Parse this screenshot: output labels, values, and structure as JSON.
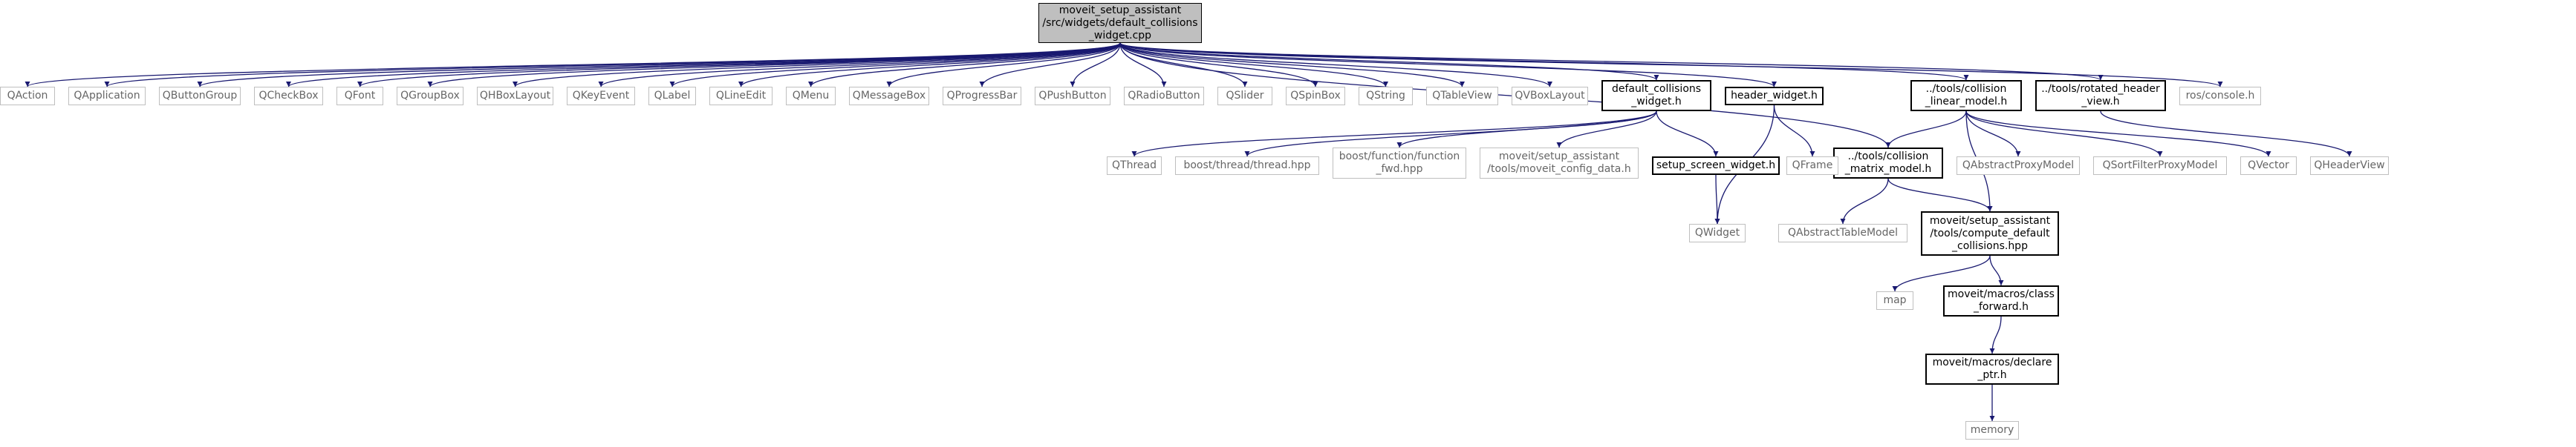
{
  "graph": {
    "title": "",
    "colors": {
      "edge": "#191970",
      "root_fill": "#bfbfbf",
      "external_border": "#bfbfbf",
      "external_text": "#666666",
      "documented_border": "#000000"
    },
    "nodes": [
      {
        "id": "root",
        "kind": "root",
        "label": "moveit_setup_assistant\n/src/widgets/default_collisions\n_widget.cpp"
      },
      {
        "id": "QAction",
        "kind": "external",
        "label": "QAction"
      },
      {
        "id": "QApplication",
        "kind": "external",
        "label": "QApplication"
      },
      {
        "id": "QButtonGroup",
        "kind": "external",
        "label": "QButtonGroup"
      },
      {
        "id": "QCheckBox",
        "kind": "external",
        "label": "QCheckBox"
      },
      {
        "id": "QFont",
        "kind": "external",
        "label": "QFont"
      },
      {
        "id": "QGroupBox",
        "kind": "external",
        "label": "QGroupBox"
      },
      {
        "id": "QHBoxLayout",
        "kind": "external",
        "label": "QHBoxLayout"
      },
      {
        "id": "QKeyEvent",
        "kind": "external",
        "label": "QKeyEvent"
      },
      {
        "id": "QLabel",
        "kind": "external",
        "label": "QLabel"
      },
      {
        "id": "QLineEdit",
        "kind": "external",
        "label": "QLineEdit"
      },
      {
        "id": "QMenu",
        "kind": "external",
        "label": "QMenu"
      },
      {
        "id": "QMessageBox",
        "kind": "external",
        "label": "QMessageBox"
      },
      {
        "id": "QProgressBar",
        "kind": "external",
        "label": "QProgressBar"
      },
      {
        "id": "QPushButton",
        "kind": "external",
        "label": "QPushButton"
      },
      {
        "id": "QRadioButton",
        "kind": "external",
        "label": "QRadioButton"
      },
      {
        "id": "QSlider",
        "kind": "external",
        "label": "QSlider"
      },
      {
        "id": "QSpinBox",
        "kind": "external",
        "label": "QSpinBox"
      },
      {
        "id": "QString",
        "kind": "external",
        "label": "QString"
      },
      {
        "id": "QTableView",
        "kind": "external",
        "label": "QTableView"
      },
      {
        "id": "QVBoxLayout",
        "kind": "external",
        "label": "QVBoxLayout"
      },
      {
        "id": "dcw_h",
        "kind": "documented",
        "label": "default_collisions\n_widget.h"
      },
      {
        "id": "header_widget_h",
        "kind": "documented",
        "label": "header_widget.h"
      },
      {
        "id": "cmm_h",
        "kind": "documented",
        "label": "../tools/collision\n_matrix_model.h"
      },
      {
        "id": "clm_h",
        "kind": "documented",
        "label": "../tools/collision\n_linear_model.h"
      },
      {
        "id": "rhv_h",
        "kind": "documented",
        "label": "../tools/rotated_header\n_view.h"
      },
      {
        "id": "ros_console",
        "kind": "external",
        "label": "ros/console.h"
      },
      {
        "id": "QThread",
        "kind": "external",
        "label": "QThread"
      },
      {
        "id": "boost_thread",
        "kind": "external",
        "label": "boost/thread/thread.hpp"
      },
      {
        "id": "boost_function",
        "kind": "external",
        "label": "boost/function/function\n_fwd.hpp"
      },
      {
        "id": "moveit_config_data",
        "kind": "external",
        "label": "moveit/setup_assistant\n/tools/moveit_config_data.h"
      },
      {
        "id": "ssw_h",
        "kind": "documented",
        "label": "setup_screen_widget.h"
      },
      {
        "id": "QFrame",
        "kind": "external",
        "label": "QFrame"
      },
      {
        "id": "QWidget",
        "kind": "external",
        "label": "QWidget"
      },
      {
        "id": "QAbstractProxyModel",
        "kind": "external",
        "label": "QAbstractProxyModel"
      },
      {
        "id": "QSortFilterProxyModel",
        "kind": "external",
        "label": "QSortFilterProxyModel"
      },
      {
        "id": "QVector",
        "kind": "external",
        "label": "QVector"
      },
      {
        "id": "QHeaderView",
        "kind": "external",
        "label": "QHeaderView"
      },
      {
        "id": "QAbstractTableModel",
        "kind": "external",
        "label": "QAbstractTableModel"
      },
      {
        "id": "cdc_hpp",
        "kind": "documented",
        "label": "moveit/setup_assistant\n/tools/compute_default\n_collisions.hpp"
      },
      {
        "id": "map",
        "kind": "external",
        "label": "map"
      },
      {
        "id": "class_forward",
        "kind": "documented",
        "label": "moveit/macros/class\n_forward.h"
      },
      {
        "id": "declare_ptr",
        "kind": "documented",
        "label": "moveit/macros/declare\n_ptr.h"
      },
      {
        "id": "memory",
        "kind": "external",
        "label": "memory"
      }
    ],
    "edges": [
      [
        "root",
        "QAction"
      ],
      [
        "root",
        "QApplication"
      ],
      [
        "root",
        "QButtonGroup"
      ],
      [
        "root",
        "QCheckBox"
      ],
      [
        "root",
        "QFont"
      ],
      [
        "root",
        "QGroupBox"
      ],
      [
        "root",
        "QHBoxLayout"
      ],
      [
        "root",
        "QKeyEvent"
      ],
      [
        "root",
        "QLabel"
      ],
      [
        "root",
        "QLineEdit"
      ],
      [
        "root",
        "QMenu"
      ],
      [
        "root",
        "QMessageBox"
      ],
      [
        "root",
        "QProgressBar"
      ],
      [
        "root",
        "QPushButton"
      ],
      [
        "root",
        "QRadioButton"
      ],
      [
        "root",
        "QSlider"
      ],
      [
        "root",
        "QSpinBox"
      ],
      [
        "root",
        "QString"
      ],
      [
        "root",
        "QTableView"
      ],
      [
        "root",
        "QVBoxLayout"
      ],
      [
        "root",
        "dcw_h"
      ],
      [
        "root",
        "header_widget_h"
      ],
      [
        "root",
        "cmm_h"
      ],
      [
        "root",
        "clm_h"
      ],
      [
        "root",
        "rhv_h"
      ],
      [
        "root",
        "ros_console"
      ],
      [
        "dcw_h",
        "QThread"
      ],
      [
        "dcw_h",
        "boost_thread"
      ],
      [
        "dcw_h",
        "boost_function"
      ],
      [
        "dcw_h",
        "moveit_config_data"
      ],
      [
        "dcw_h",
        "ssw_h"
      ],
      [
        "ssw_h",
        "QWidget"
      ],
      [
        "header_widget_h",
        "QFrame"
      ],
      [
        "header_widget_h",
        "QWidget"
      ],
      [
        "clm_h",
        "cmm_h"
      ],
      [
        "clm_h",
        "QAbstractProxyModel"
      ],
      [
        "clm_h",
        "QSortFilterProxyModel"
      ],
      [
        "clm_h",
        "QVector"
      ],
      [
        "clm_h",
        "cdc_hpp"
      ],
      [
        "rhv_h",
        "QHeaderView"
      ],
      [
        "cmm_h",
        "QAbstractTableModel"
      ],
      [
        "cmm_h",
        "cdc_hpp"
      ],
      [
        "cdc_hpp",
        "map"
      ],
      [
        "cdc_hpp",
        "class_forward"
      ],
      [
        "class_forward",
        "declare_ptr"
      ],
      [
        "declare_ptr",
        "memory"
      ]
    ]
  }
}
